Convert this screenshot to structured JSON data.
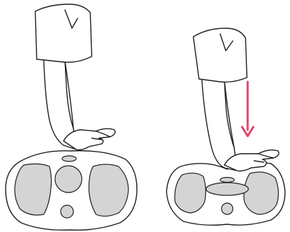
{
  "colors": {
    "outline": "#1f1f1f",
    "fill_light": "#ffffff",
    "organ_fill": "#d4d4d4",
    "arrow": "#e0456b"
  },
  "panels": [
    {
      "state": "before-compression",
      "arrow": false
    },
    {
      "state": "during-compression",
      "arrow": true,
      "arrow_direction": "down"
    }
  ]
}
